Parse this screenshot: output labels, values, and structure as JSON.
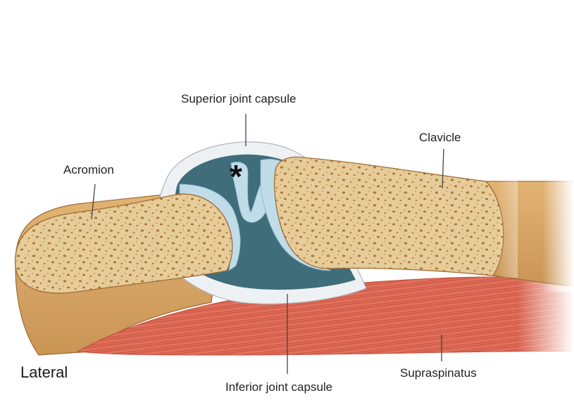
{
  "labels": {
    "superior_capsule": "Superior joint capsule",
    "acromion": "Acromion",
    "clavicle": "Clavicle",
    "lateral": "Lateral",
    "inferior_capsule": "Inferior joint capsule",
    "supraspinatus": "Supraspinatus",
    "asterisk": "*"
  },
  "colors": {
    "bone_fill": "#e6cc99",
    "bone_spots": "#b07838",
    "bone_outline": "#a06a35",
    "bone_shaft": "#d9a865",
    "cartilage": "#bfdce8",
    "synovial": "#3f6d7a",
    "capsule": "#eef1f4",
    "muscle": "#de6a55",
    "muscle_fiber": "#b84a3a",
    "leader_line": "#444444"
  }
}
